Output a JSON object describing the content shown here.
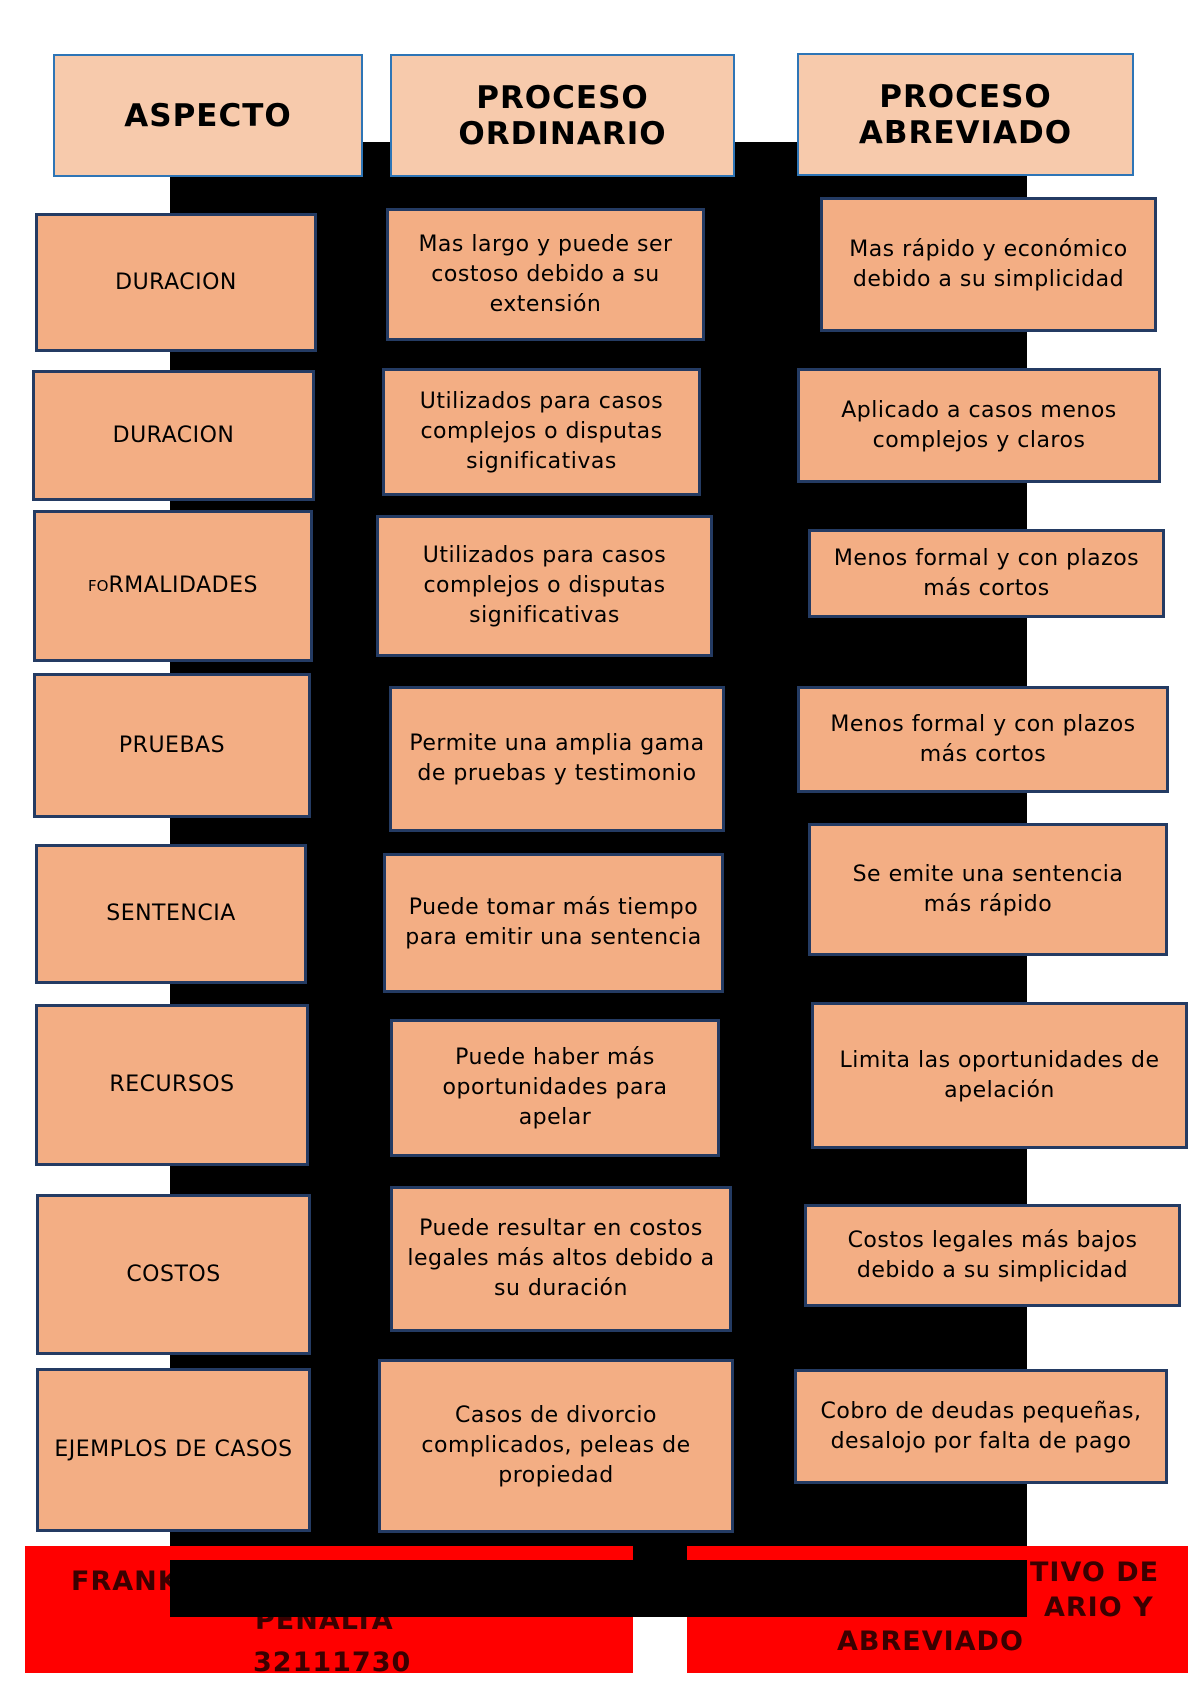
{
  "headers": {
    "aspect": "ASPECTO",
    "ordinary": "PROCESO\nORDINARIO",
    "abbreviated": "PROCESO\nABREVIADO"
  },
  "rows": [
    {
      "aspect": "DURACION",
      "ordinary": "Mas largo y puede ser costoso debido a su extensión",
      "abbreviated": "Mas rápido y económico debido a su simplicidad"
    },
    {
      "aspect": "DURACION",
      "ordinary": "Utilizados para casos complejos o disputas significativas",
      "abbreviated": "Aplicado a casos menos complejos y claros"
    },
    {
      "aspect_prefix": "FO",
      "aspect_rest": "RMALIDADES",
      "ordinary": "Utilizados para casos complejos o disputas significativas",
      "abbreviated": "Menos formal y con plazos más cortos"
    },
    {
      "aspect": "PRUEBAS",
      "ordinary": "Permite una amplia gama de pruebas y testimonio",
      "abbreviated": "Menos formal y con plazos más cortos"
    },
    {
      "aspect": "SENTENCIA",
      "ordinary": "Puede tomar más tiempo para emitir una sentencia",
      "abbreviated": "Se emite una sentencia más rápido"
    },
    {
      "aspect": "RECURSOS",
      "ordinary": "Puede haber más oportunidades para apelar",
      "abbreviated": "Limita las oportunidades de apelación"
    },
    {
      "aspect": "COSTOS",
      "ordinary": "Puede resultar en costos legales más altos debido a su duración",
      "abbreviated": "Costos legales más bajos debido a su simplicidad"
    },
    {
      "aspect": "EJEMPLOS DE CASOS",
      "ordinary": "Casos de divorcio complicados, peleas de propiedad",
      "abbreviated": "Cobro de deudas pequeñas, desalojo por falta de pago"
    }
  ],
  "footer": {
    "left_line1": "FRANK",
    "left_line2": "PEÑALTA",
    "left_line3": "32111730",
    "right_line1": "TIVO DE",
    "right_line2": "ARIO Y",
    "right_line3": "ABREVIADO"
  }
}
